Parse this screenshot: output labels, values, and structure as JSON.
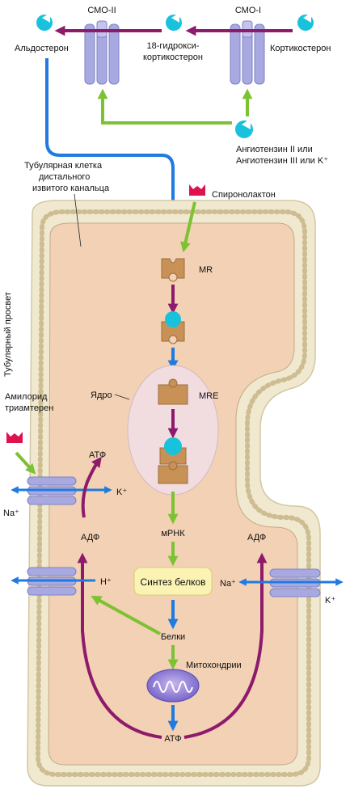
{
  "top": {
    "smo2": "СМО-II",
    "smo1": "СМО-I",
    "aldosterone": "Альдостерон",
    "hydroxy_1": "18-гидрокси-",
    "hydroxy_2": "кортикостерон",
    "corticosterone": "Кортикостерон",
    "angiotensin_1": "Ангиотензин II или",
    "angiotensin_2": "Ангиотензин III или K⁺"
  },
  "cell": {
    "title_1": "Тубулярная клетка",
    "title_2": "дистального",
    "title_3": "извитого канальца",
    "lumen": "Тубулярный просвет",
    "spironolactone": "Спиронолактон",
    "mr": "MR",
    "nucleus": "Ядро",
    "mre": "MRE",
    "mrna": "мРНК",
    "protein_synthesis": "Синтез белков",
    "proteins": "Белки",
    "mitochondria": "Митохондрии",
    "atp_bottom": "АТФ"
  },
  "left_pumps": {
    "amiloride_1": "Амилорид",
    "amiloride_2": "триамтерен",
    "atp": "АТФ",
    "k": "K⁺",
    "na": "Na⁺",
    "adp": "АДФ",
    "h": "H⁺"
  },
  "right_pump": {
    "adp": "АДФ",
    "na": "Na⁺",
    "k": "K⁺"
  },
  "colors": {
    "cytoplasm": "#f2d1b5",
    "membrane": "#f1e9cf",
    "receptor": "#c89256",
    "ligand": "#19c2dc",
    "transporter": "#a7a9e0",
    "arrow_blue": "#1f7be0",
    "arrow_green": "#7cc232",
    "arrow_purple": "#8e1a6b",
    "antagonist": "#e0114f",
    "nucleus": "#f1dde0",
    "synthesis_box": "#fbf3b4"
  }
}
